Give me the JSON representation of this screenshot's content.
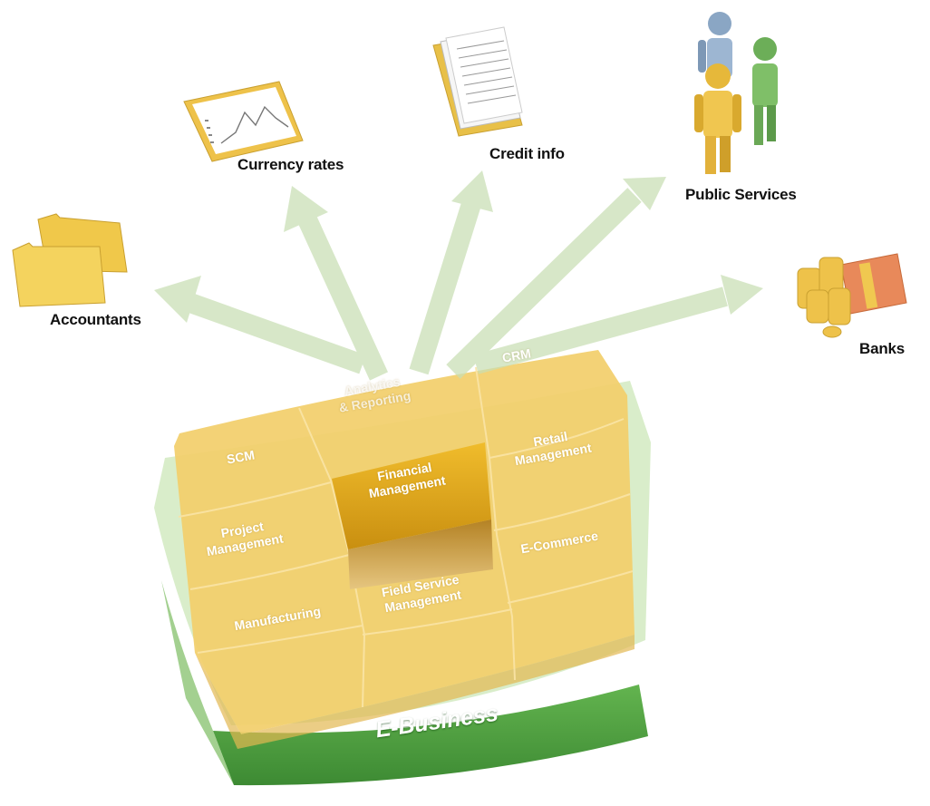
{
  "external_targets": {
    "accountants": "Accountants",
    "currency_rates": "Currency rates",
    "credit_info": "Credit info",
    "public_services": "Public Services",
    "banks": "Banks"
  },
  "modules": {
    "scm": "SCM",
    "analytics_line1": "Analytics",
    "analytics_line2": "& Reporting",
    "crm": "CRM",
    "financial_line1": "Financial",
    "financial_line2": "Management",
    "retail_line1": "Retail",
    "retail_line2": "Management",
    "project_line1": "Project",
    "project_line2": "Management",
    "ecommerce": "E-Commerce",
    "field_line1": "Field Service",
    "field_line2": "Management",
    "manufacturing": "Manufacturing"
  },
  "base_label": "E-Business",
  "colors": {
    "arrow": "#c9dfb4",
    "module_fill": "#f2cf6c",
    "financial": "#e6aa1a",
    "base_green": "#4c9e3e"
  }
}
